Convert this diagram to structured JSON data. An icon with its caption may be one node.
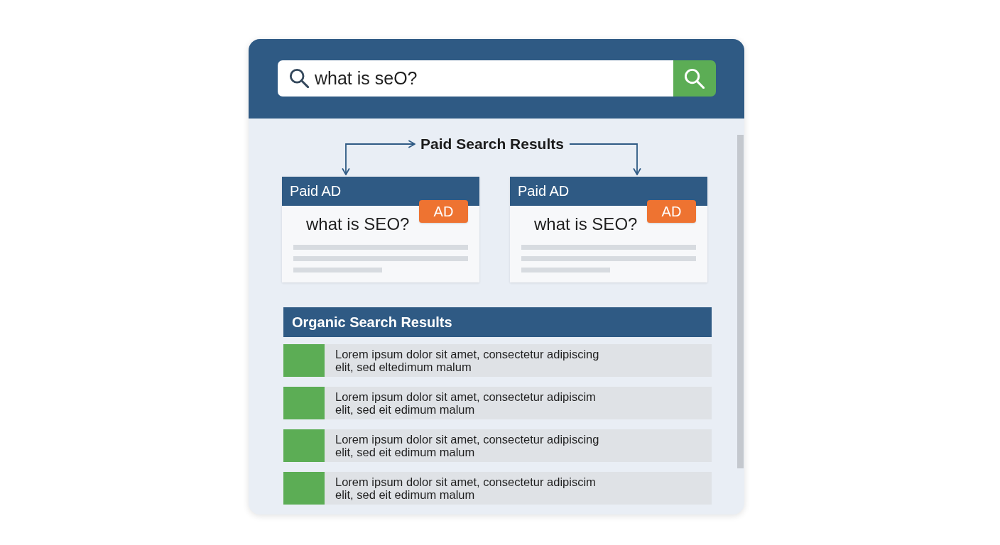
{
  "diagram": {
    "nodes": [
      {
        "text": [
          "what is seO?"
        ]
      },
      {
        "text": [
          "Paid Search Results"
        ]
      },
      {
        "text": [
          "Paid AD",
          "what is SEO?"
        ]
      },
      {
        "text": [
          "AD"
        ],
        "in": 2
      },
      {
        "text": [
          "Paid AD",
          "what is SEO?"
        ]
      },
      {
        "text": [
          "AD"
        ],
        "in": 4
      },
      {
        "text": [
          "Organic Search Results"
        ]
      },
      {
        "text": [
          "Lorem ipsum dolor sit amet, consectetur adipiscing elit, sed eltedimum malum"
        ]
      },
      {
        "text": [
          "Lorem ipsum dolor sit amet, consectetur adipiscim elit, sed eit edimum malum"
        ]
      },
      {
        "text": [
          "Lorem ipsum dolor sit amet, consectetur adipiscing elit, sed eit edimum malum"
        ]
      },
      {
        "text": [
          "Lorem ipsum dolor sit amet, consectetur adipiscim elit, sed eit edimum malum"
        ]
      }
    ],
    "edges": [
      {
        "from": 1,
        "to": 2,
        "arrow": "both"
      },
      {
        "from": 1,
        "to": 4,
        "arrow": "to"
      }
    ]
  }
}
